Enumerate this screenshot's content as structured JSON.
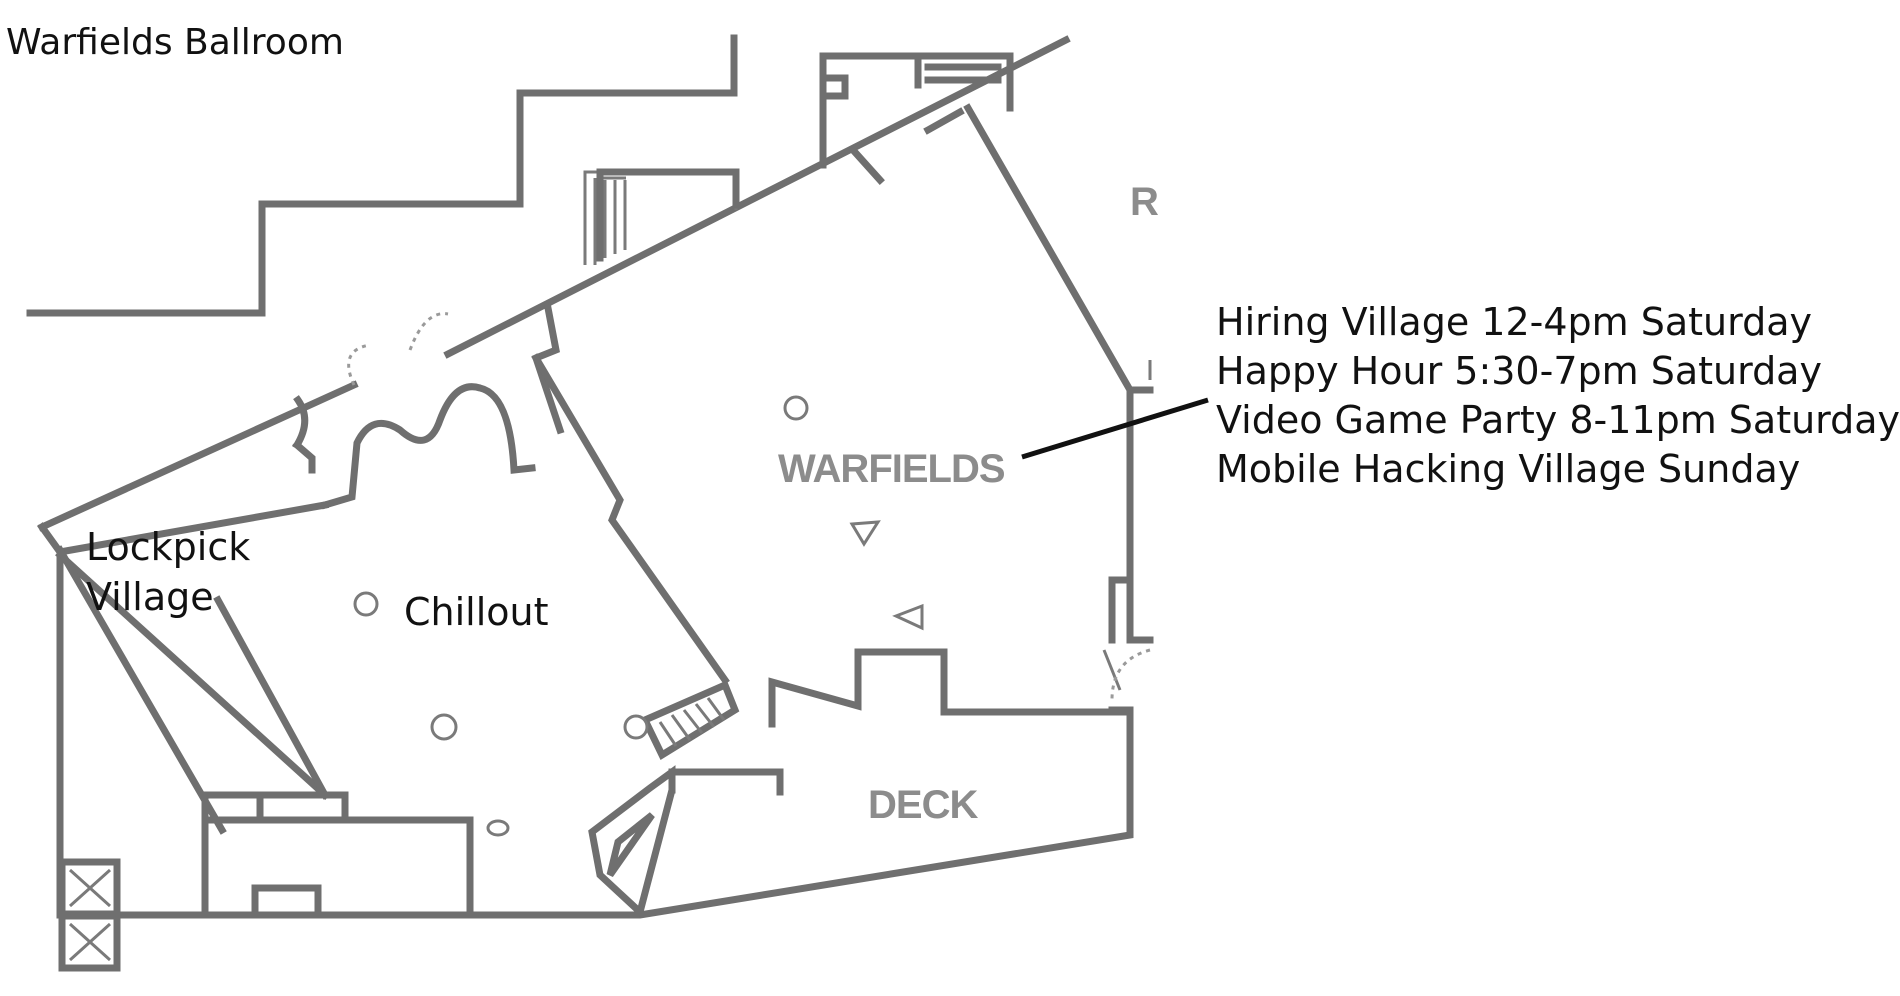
{
  "title": "Warfields Ballroom",
  "plan_labels": {
    "warfields": "WARFIELDS",
    "deck": "DECK",
    "r_partial": "R"
  },
  "annotations": {
    "lockpick_line1": "Lockpick",
    "lockpick_line2": "Village",
    "chillout": "Chillout"
  },
  "schedule": [
    "Hiring Village 12-4pm Saturday",
    "Happy Hour 5:30-7pm Saturday",
    "Video Game Party 8-11pm Saturday",
    "Mobile Hacking Village Sunday"
  ],
  "colors": {
    "wall": "#6f6f6f",
    "plan_label": "#8c8c8c",
    "text": "#111111",
    "leader_line": "#111111"
  }
}
